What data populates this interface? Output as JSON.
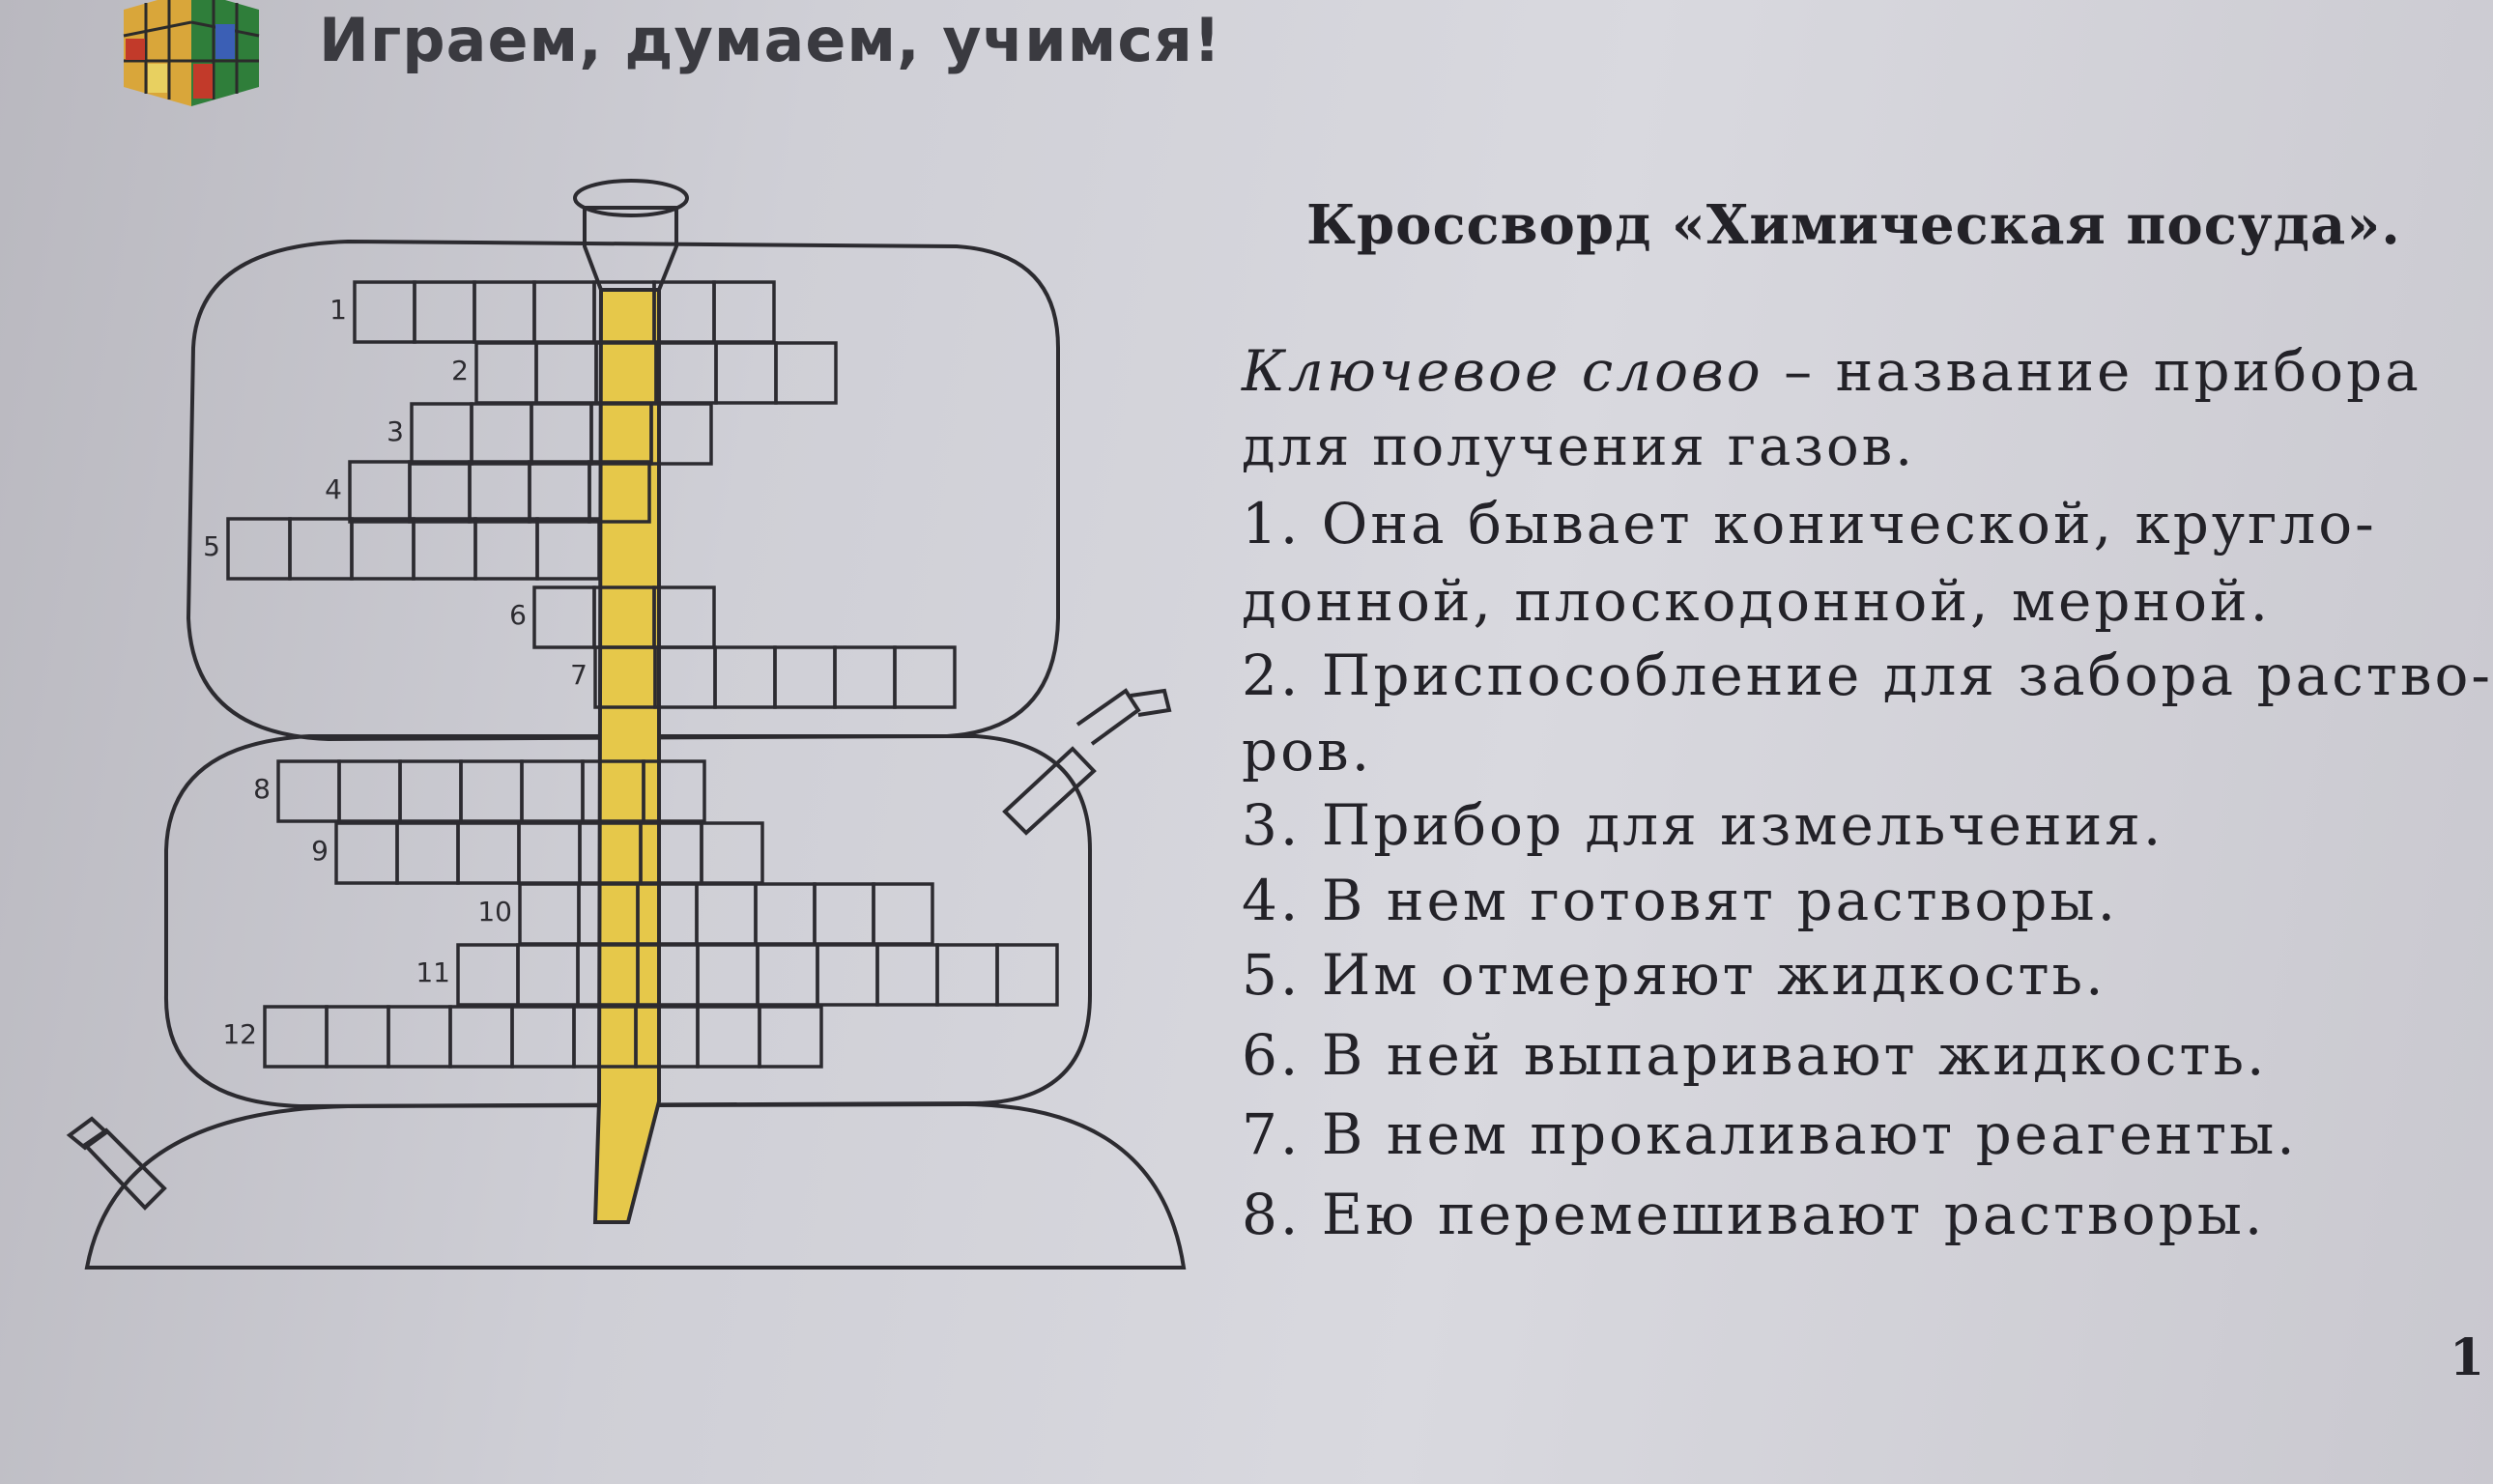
{
  "header": {
    "section_title": "Играем, думаем, учимся!"
  },
  "puzzle": {
    "title": "Кроссворд «Химическая посуда».",
    "keyword_label": "Ключевое слово",
    "keyword_text": " – название прибора",
    "keyword_cont": "для получения газов.",
    "clues": [
      "1. Она бывает конической, кругло-",
      "донной, плоскодонной, мерной.",
      "2. Приспособление для забора раство-",
      "ров.",
      "3. Прибор для измельчения.",
      "4. В нем готовят растворы.",
      "5. Им отмеряют жидкость.",
      "6. В ней выпаривают жидкость.",
      "7. В нем прокаливают реагенты.",
      "8. Ею перемешивают растворы."
    ],
    "row_numbers": [
      "1",
      "2",
      "3",
      "4",
      "5",
      "6",
      "7",
      "8",
      "9",
      "10",
      "11",
      "12"
    ]
  },
  "page_number": "1",
  "colors": {
    "key_column": "#e6c84a",
    "grid_line": "#2c2b30",
    "paper": "#d3d3d9"
  }
}
